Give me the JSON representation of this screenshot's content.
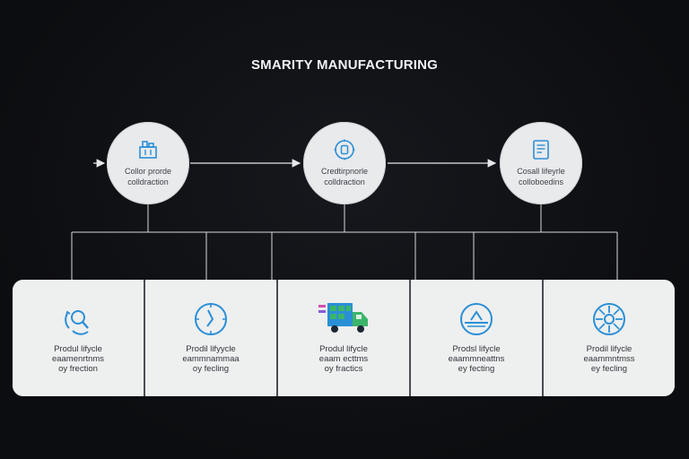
{
  "title": "SMARITY MANUFACTURING",
  "nodes": [
    {
      "icon": "building-blocks-icon",
      "label_1": "Collor prorde",
      "label_2": "colldraction"
    },
    {
      "icon": "clock-square-icon",
      "label_1": "Credtirpnorle",
      "label_2": "colldraction"
    },
    {
      "icon": "document-icon",
      "label_1": "Cosall lifeyrle",
      "label_2": "colloboedins"
    }
  ],
  "cards": [
    {
      "icon": "magnifier-cycle-icon",
      "label_1": "Produl lifycle",
      "label_2": "eaamenrtnms",
      "label_3": "oy frection"
    },
    {
      "icon": "clock-icon",
      "label_1": "Prodil lifyycle",
      "label_2": "eammnammaa",
      "label_3": "oy fecling"
    },
    {
      "icon": "delivery-truck-icon",
      "label_1": "Produl lifycle",
      "label_2": "eaam ecttms",
      "label_3": "oy fractics"
    },
    {
      "icon": "scale-icon",
      "label_1": "Prodsl lifycle",
      "label_2": "eaammneattns",
      "label_3": "ey fecting"
    },
    {
      "icon": "gear-circle-icon",
      "label_1": "Prodil lifycle",
      "label_2": "eaammntmss",
      "label_3": "ey fecling"
    }
  ],
  "colors": {
    "background": "#0e0f13",
    "accent_blue": "#2a8fd6",
    "accent_green": "#3bb56a",
    "line": "#d6d8db"
  }
}
